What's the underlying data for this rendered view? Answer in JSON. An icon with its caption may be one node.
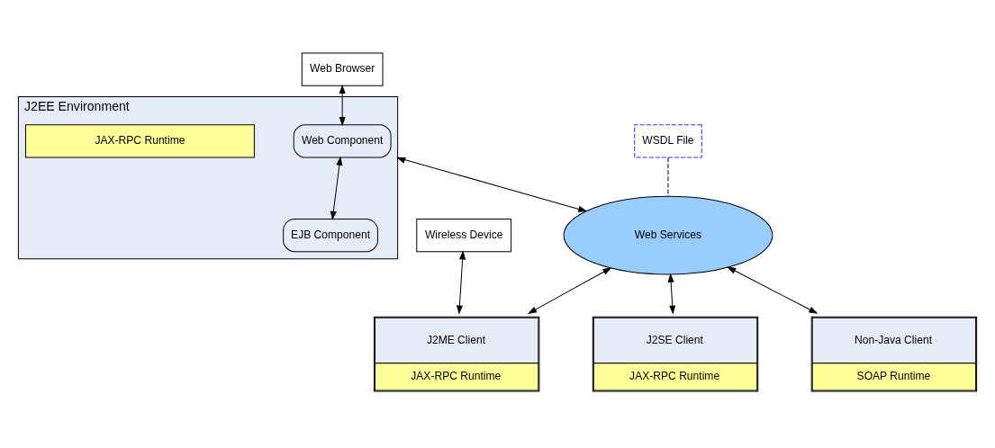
{
  "diagram": {
    "nodes": [
      {
        "text": [
          "Web Browser"
        ]
      },
      {
        "text": [
          "J2EE Environment"
        ]
      },
      {
        "text": [
          "Web Component"
        ],
        "in": 1
      },
      {
        "text": [
          "EJB Component"
        ],
        "in": 1
      },
      {
        "text": [
          "JAX-RPC Runtime"
        ],
        "in": 1
      },
      {
        "text": [
          "WSDL File"
        ]
      },
      {
        "text": [
          "Web Services"
        ]
      },
      {
        "text": [
          "Wireless Device"
        ]
      },
      {
        "text": [
          "J2ME Client",
          "JAX-RPC Runtime"
        ]
      },
      {
        "text": [
          "J2SE Client",
          "JAX-RPC Runtime"
        ]
      },
      {
        "text": [
          "Non-Java Client",
          "SOAP Runtime"
        ]
      }
    ],
    "edges": [
      {
        "from": 0,
        "to": 2,
        "arrow": "both"
      },
      {
        "from": 2,
        "to": 3,
        "arrow": "both"
      },
      {
        "from": 1,
        "to": 6,
        "arrow": "both"
      },
      {
        "from": 5,
        "to": 6,
        "arrow": "none",
        "style": "dashed"
      },
      {
        "from": 7,
        "to": 8,
        "arrow": "both"
      },
      {
        "from": 6,
        "to": 8,
        "arrow": "both"
      },
      {
        "from": 6,
        "to": 9,
        "arrow": "both"
      },
      {
        "from": 6,
        "to": 10,
        "arrow": "both"
      }
    ]
  }
}
